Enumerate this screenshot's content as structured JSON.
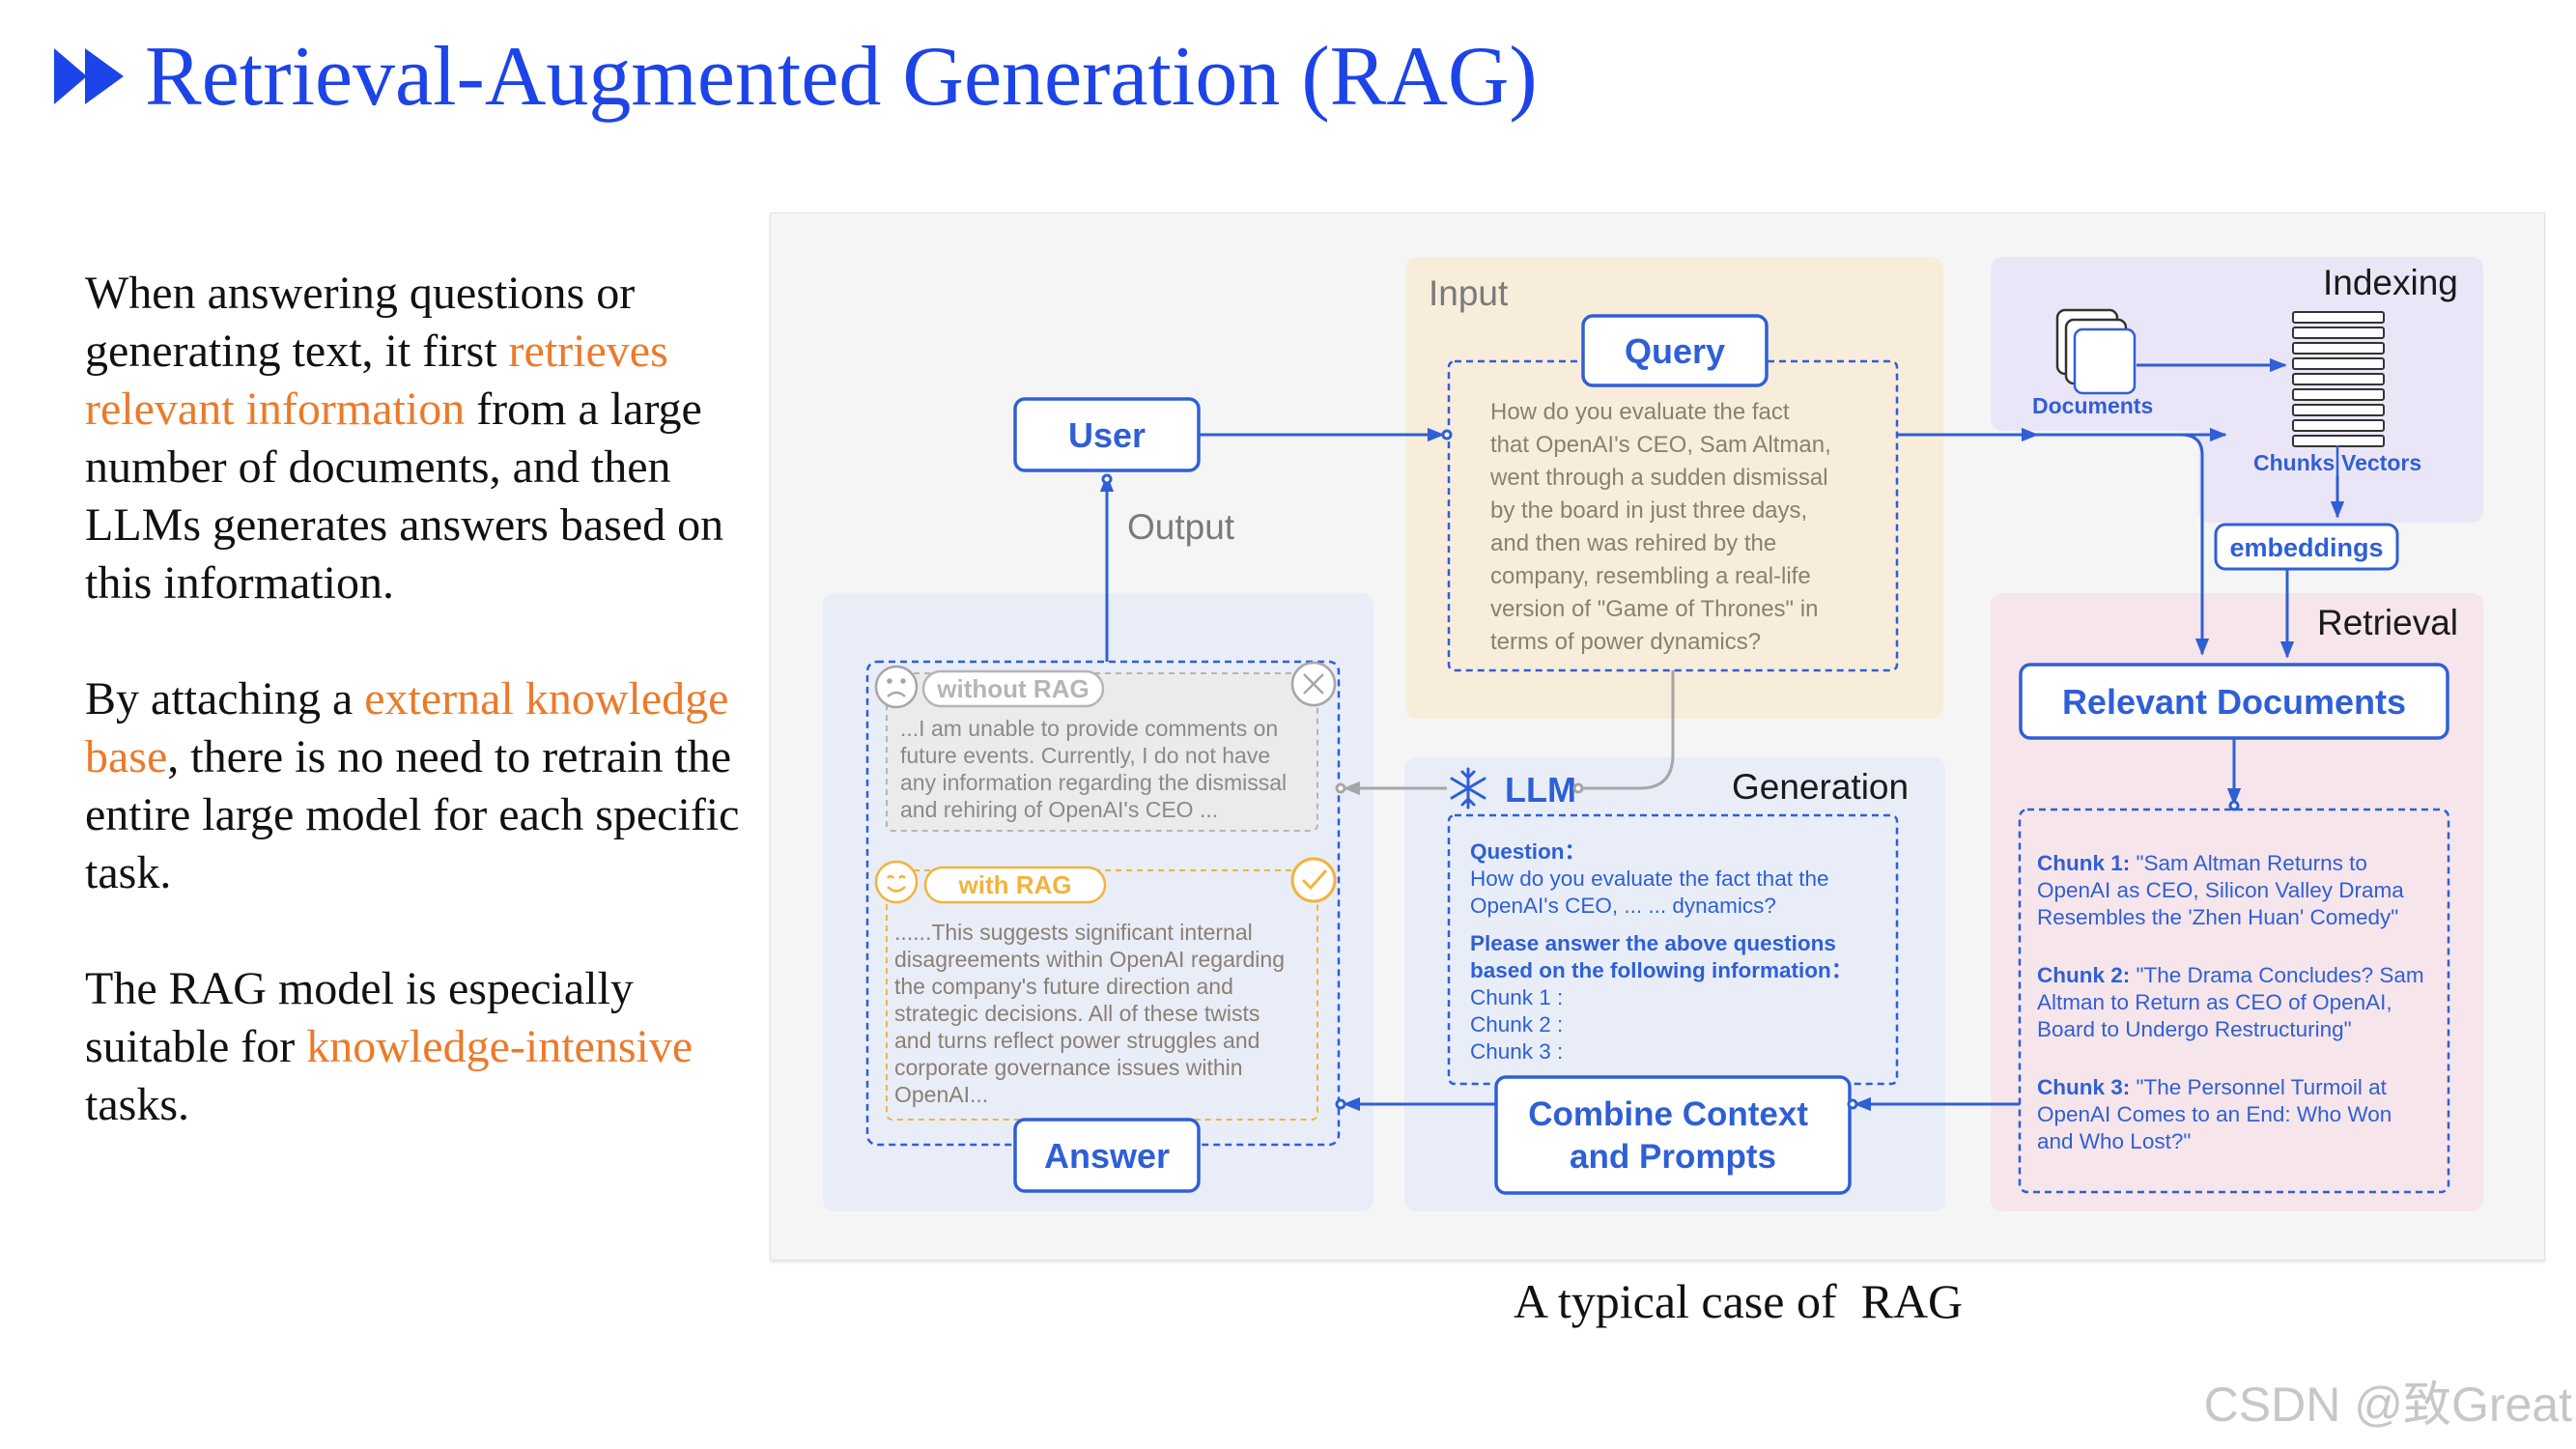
{
  "title": "Retrieval-Augmented Generation (RAG)",
  "colors": {
    "accent": "#1d44e8",
    "highlight": "#ec7a2a",
    "diagram_blue": "#2f5fd6"
  },
  "paragraphs": [
    {
      "segments": [
        {
          "text": "When answering questions or generating text, it first ",
          "highlight": false
        },
        {
          "text": "retrieves relevant information",
          "highlight": true
        },
        {
          "text": " from a large number of documents, and then LLMs generates answers based on this information.",
          "highlight": false
        }
      ]
    },
    {
      "segments": [
        {
          "text": "By attaching a ",
          "highlight": false
        },
        {
          "text": "external knowledge base",
          "highlight": true
        },
        {
          "text": ", there is no need to retrain the entire large model for each specific task.",
          "highlight": false
        }
      ]
    },
    {
      "segments": [
        {
          "text": "The RAG model is especially suitable for ",
          "highlight": false
        },
        {
          "text": "knowledge-intensive",
          "highlight": true
        },
        {
          "text": " tasks.",
          "highlight": false
        }
      ]
    }
  ],
  "diagram": {
    "input_label": "Input",
    "query_label": "Query",
    "query_text": [
      "How do you evaluate the fact",
      "that OpenAI's CEO, Sam Altman,",
      "went through a sudden dismissal",
      "by the board in just three days,",
      "and then was rehired by the",
      "company, resembling a real-life",
      "version of \"Game of Thrones\" in",
      "terms of power dynamics?"
    ],
    "user_label": "User",
    "output_label": "Output",
    "indexing_label": "Indexing",
    "documents_label": "Documents",
    "chunks_label": "Chunks",
    "vectors_label": "Vectors",
    "embeddings_label": "embeddings",
    "retrieval_label": "Retrieval",
    "relevant_docs_label": "Relevant Documents",
    "chunks": [
      {
        "label": "Chunk 1:",
        "lines": [
          " \"Sam Altman Returns to",
          "OpenAI as CEO, Silicon Valley Drama",
          "Resembles the 'Zhen Huan' Comedy\""
        ]
      },
      {
        "label": "Chunk 2:",
        "lines": [
          " \"The Drama Concludes? Sam",
          "Altman to Return as CEO of OpenAI,",
          "Board to Undergo Restructuring\""
        ]
      },
      {
        "label": "Chunk 3:",
        "lines": [
          " \"The Personnel Turmoil at",
          "OpenAI Comes to an End: Who Won",
          "and Who Lost?\""
        ]
      }
    ],
    "generation_label": "Generation",
    "llm_label": "LLM",
    "prompt": {
      "question_label": "Question：",
      "question_lines": [
        "How do you evaluate the fact that the",
        "OpenAI's CEO, ... ... dynamics?"
      ],
      "instruction_lines": [
        "Please answer the above questions",
        "based on the following information："
      ],
      "chunk_refs": [
        "Chunk 1 :",
        "Chunk 2 :",
        "Chunk 3 :"
      ]
    },
    "combine_label": [
      "Combine Context",
      "and Prompts"
    ],
    "without_rag_label": "without RAG",
    "without_rag_text": [
      "...I am unable to provide comments on",
      "future events. Currently, I do not have",
      "any information regarding the dismissal",
      "and rehiring of OpenAI's CEO ..."
    ],
    "with_rag_label": "with RAG",
    "with_rag_text": [
      "......This suggests significant internal",
      "disagreements within OpenAI regarding",
      "the company's future direction and",
      "strategic decisions. All of these twists",
      "and turns reflect power struggles and",
      "corporate governance issues within",
      "OpenAI..."
    ],
    "answer_label": "Answer"
  },
  "caption": "A typical case of  RAG",
  "watermark": "CSDN @致Great"
}
